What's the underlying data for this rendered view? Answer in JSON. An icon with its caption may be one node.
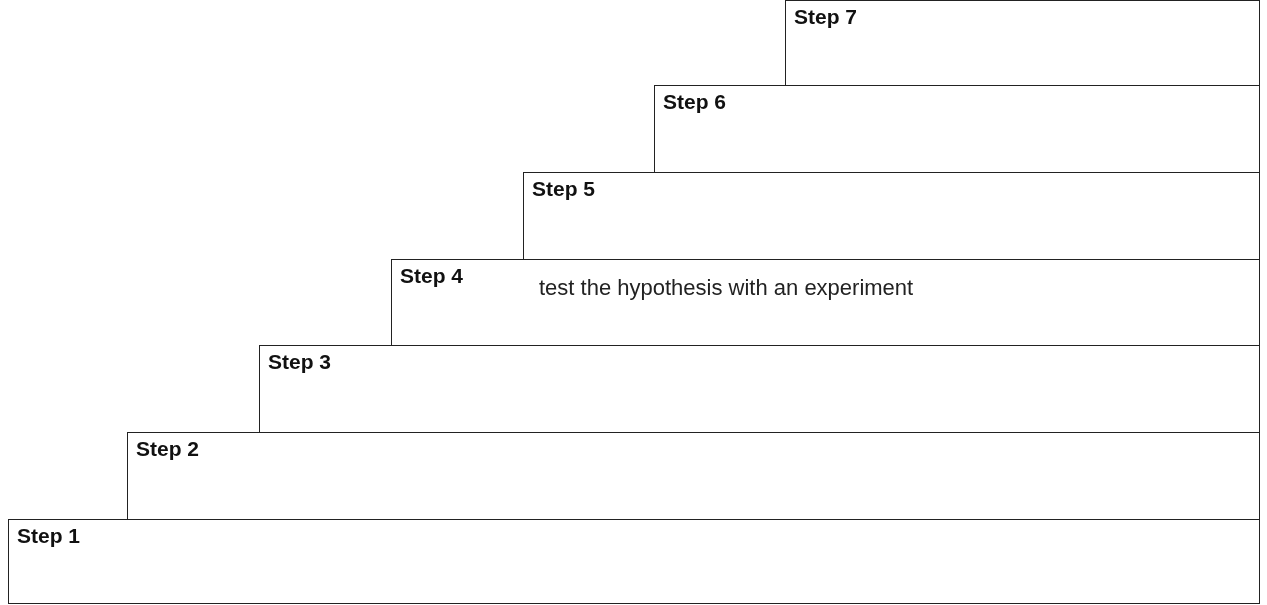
{
  "diagram": {
    "nodes": [
      {
        "text": [
          "Step 1"
        ]
      },
      {
        "text": [
          "Step 2"
        ]
      },
      {
        "text": [
          "Step 3"
        ]
      },
      {
        "text": [
          "Step 4",
          "test the hypothesis with an experiment"
        ]
      },
      {
        "text": [
          "Step 5"
        ]
      },
      {
        "text": [
          "Step 6"
        ]
      },
      {
        "text": [
          "Step 7"
        ]
      }
    ]
  }
}
